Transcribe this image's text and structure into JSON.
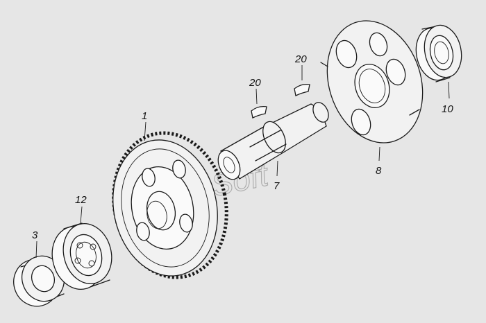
{
  "watermark": "AutoSoft",
  "callouts": [
    {
      "id": "gear",
      "number": "1"
    },
    {
      "id": "bearing-12",
      "number": "12"
    },
    {
      "id": "ring-3",
      "number": "3"
    },
    {
      "id": "shaft",
      "number": "7"
    },
    {
      "id": "key-left",
      "number": "20"
    },
    {
      "id": "key-right",
      "number": "20"
    },
    {
      "id": "flange",
      "number": "8"
    },
    {
      "id": "bearing-10",
      "number": "10"
    }
  ],
  "colors": {
    "background": "#e6e6e6",
    "ink": "#1a1a1a"
  }
}
